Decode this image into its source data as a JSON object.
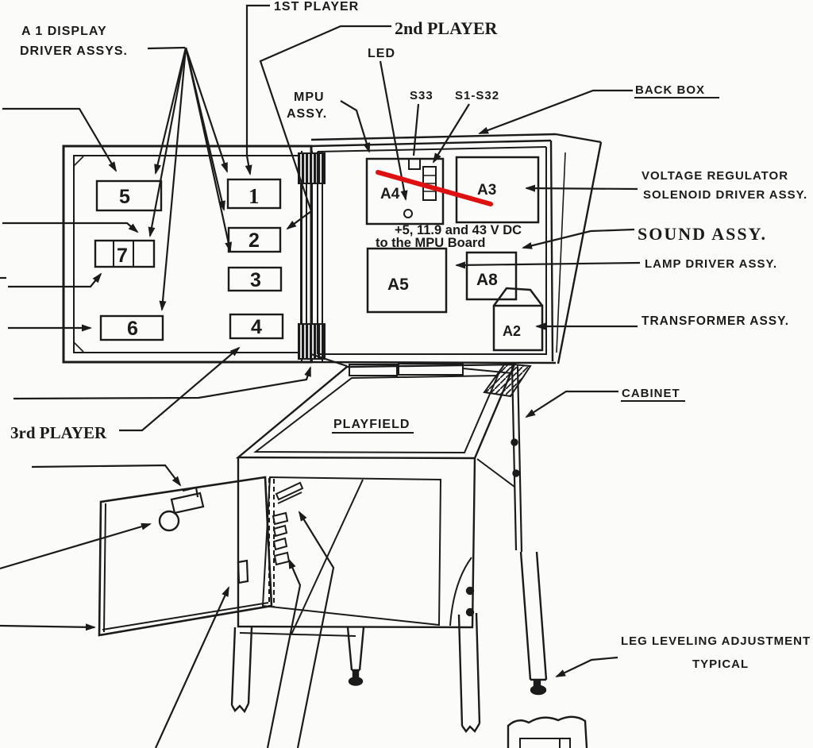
{
  "annotations": {
    "display_drivers": {
      "line1": "A 1 DISPLAY",
      "line2": "DRIVER ASSYS."
    },
    "player1": "1ST PLAYER",
    "player2": "2nd PLAYER",
    "player3": "3rd PLAYER",
    "led": "LED",
    "mpu": {
      "line1": "MPU",
      "line2": "ASSY."
    },
    "s33": "S33",
    "s1_s32": "S1-S32",
    "back_box": "BACK BOX",
    "voltage_regulator": {
      "line1": "VOLTAGE REGULATOR",
      "line2": "SOLENOID DRIVER ASSY."
    },
    "sound": "SOUND ASSY.",
    "lamp_driver": "LAMP DRIVER ASSY.",
    "transformer": "TRANSFORMER ASSY.",
    "cabinet": "CABINET",
    "playfield": "PLAYFIELD",
    "leg_leveling": {
      "line1": "LEG LEVELING ADJUSTMENT",
      "line2": "TYPICAL"
    }
  },
  "board_labels": {
    "b5": "5",
    "b7": "7",
    "b6": "6",
    "b1": "1",
    "b2": "2",
    "b3": "3",
    "b4": "4",
    "a4": "A4",
    "a3": "A3",
    "a5": "A5",
    "a8": "A8",
    "a2": "A2"
  },
  "red_annotation": {
    "line1": "+5, 11.9 and 43 V DC",
    "line2": "to the MPU Board",
    "color": "#e01010"
  },
  "colors": {
    "ink": "#1b1b1b",
    "background": "#fbfbf9",
    "highlight": "#e01010"
  }
}
